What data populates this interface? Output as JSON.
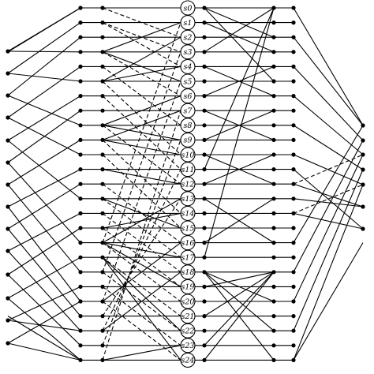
{
  "diagram": {
    "node_labels": [
      "s0",
      "s1",
      "s2",
      "s3",
      "s4",
      "s5",
      "s6",
      "s7",
      "s8",
      "s9",
      "s10",
      "s11",
      "s12",
      "s13",
      "s14",
      "s15",
      "s16",
      "s17",
      "s18",
      "s19",
      "s20",
      "s21",
      "s22",
      "s23",
      "s24"
    ],
    "colors": {
      "line": "#000000",
      "node_fill": "#ffffff",
      "dot": "#000000"
    }
  }
}
